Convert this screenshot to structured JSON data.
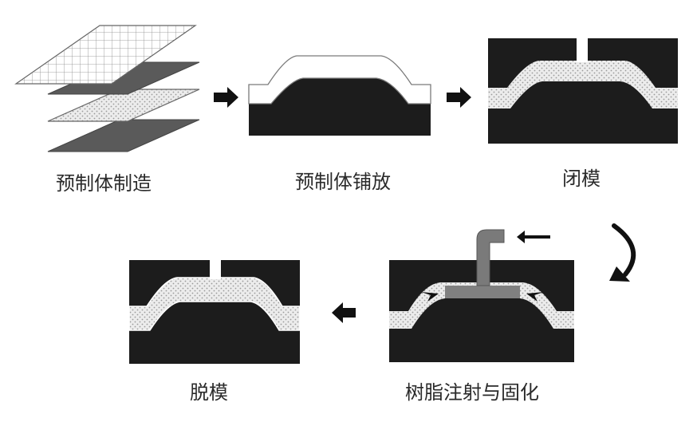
{
  "steps": [
    {
      "label": "预制体制造"
    },
    {
      "label": "预制体铺放"
    },
    {
      "label": "闭模"
    },
    {
      "label": "树脂注射与固化"
    },
    {
      "label": "脱模"
    }
  ],
  "colors": {
    "mold": "#1c1c1c",
    "layer_dark": "#5a5a5a",
    "resin": "#808080",
    "preform_fill": "#ececec",
    "outline": "#7a7a7a"
  }
}
